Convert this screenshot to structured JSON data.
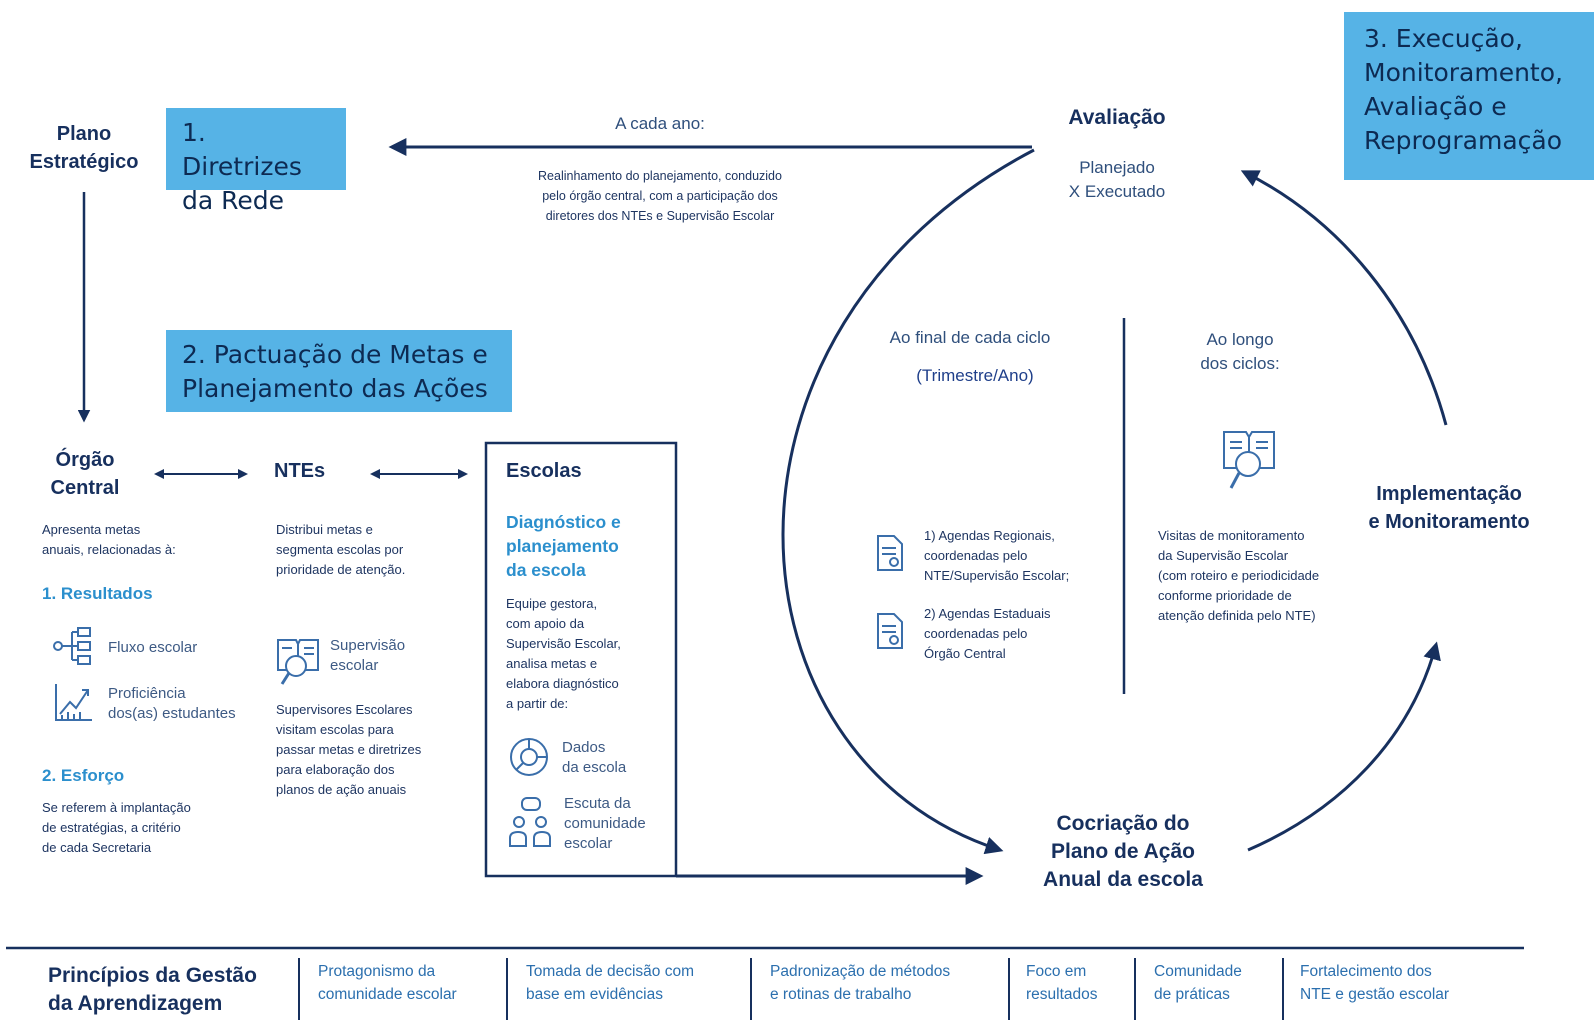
{
  "header": {
    "plano": "Plano\nEstratégico",
    "step1": "1. Diretrizes\nda Rede",
    "step2": "2. Pactuação de Metas e\nPlanejamento das Ações",
    "step3": "3. Execução,\nMonitoramento,\nAvaliação e\nReprogramação"
  },
  "top_arrow": {
    "label": "A cada ano:",
    "note": "Realinhamento do planejamento, conduzido\npelo órgão central, com a participação dos\ndiretores dos NTEs e Supervisão Escolar"
  },
  "avaliacao": {
    "title": "Avaliação",
    "sub": "Planejado\nX Executado"
  },
  "orgao": {
    "title": "Órgão\nCentral",
    "desc": "Apresenta metas\nanuais, relacionadas à:",
    "resultados_title": "1. Resultados",
    "fluxo": "Fluxo escolar",
    "proficiencia": "Proficiência\ndos(as) estudantes",
    "esforco_title": "2. Esforço",
    "esforco_desc": "Se referem à implantação\nde estratégias, a critério\nde cada Secretaria"
  },
  "ntes": {
    "title": "NTEs",
    "desc": "Distribui metas e\nsegmenta escolas por\nprioridade de atenção.",
    "supervisao": "Supervisão\nescolar",
    "visita": "Supervisores Escolares\nvisitam escolas para\npassar metas e diretrizes\npara elaboração dos\nplanos de ação anuais"
  },
  "escolas": {
    "title": "Escolas",
    "subtitle": "Diagnóstico e\nplanejamento\nda escola",
    "desc": "Equipe gestora,\ncom apoio da\nSupervisão Escolar,\nanalisa metas e\nelabora diagnóstico\na partir de:",
    "dados": "Dados\nda escola",
    "escuta": "Escuta da\ncomunidade\nescolar"
  },
  "ciclo": {
    "final_title": "Ao final de cada ciclo",
    "final_period": "(Trimestre/Ano)",
    "agenda1": "1) Agendas Regionais,\ncoordenadas pelo\nNTE/Supervisão Escolar;",
    "agenda2": "2) Agendas Estaduais\ncoordenadas pelo\nÓrgão Central",
    "longo_title": "Ao longo\ndos ciclos:",
    "visitas": "Visitas de monitoramento\nda Supervisão Escolar\n(com roteiro e periodicidade\nconforme prioridade de\natenção definida pelo NTE)"
  },
  "implementacao": "Implementação\ne Monitoramento",
  "cocriacao": "Cocriação do\nPlano de Ação\nAnual da escola",
  "principios": {
    "title": "Princípios da Gestão\nda Aprendizagem",
    "items": [
      "Protagonismo da\ncomunidade escolar",
      "Tomada de decisão com\nbase em evidências",
      "Padronização de métodos\ne rotinas de trabalho",
      "Foco em\nresultados",
      "Comunidade\nde práticas",
      "Fortalecimento dos\nNTE e gestão escolar"
    ]
  },
  "icons": [
    "flow-chart-icon",
    "growth-chart-icon",
    "document-magnifier-icon",
    "pie-chart-icon",
    "community-icon",
    "certificate-document-icon"
  ],
  "colors": {
    "navy": "#17305e",
    "accent_box": "#56b3e6",
    "accent_text": "#2b8fcd"
  }
}
